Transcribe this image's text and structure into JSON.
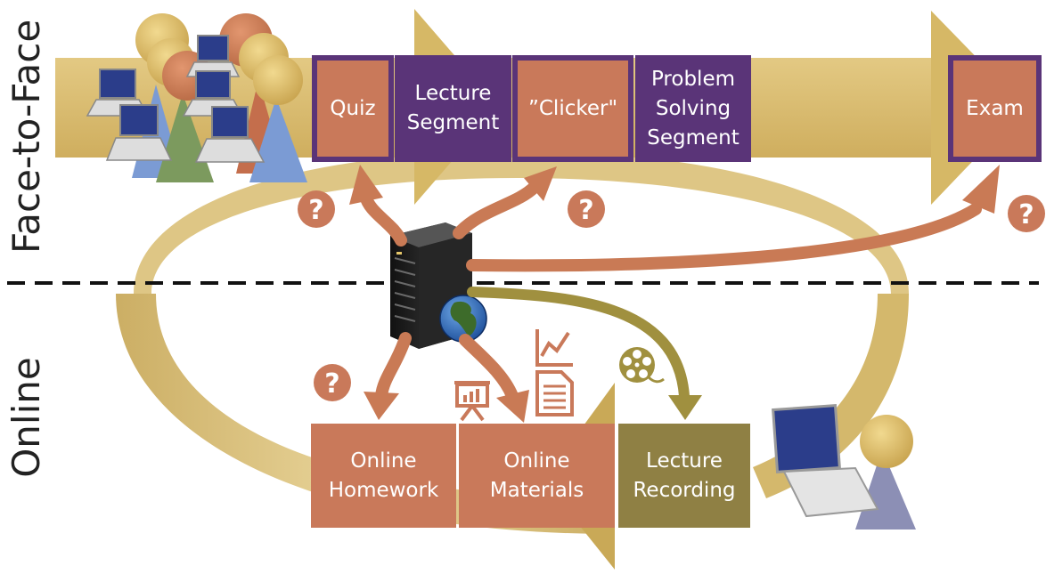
{
  "sections": {
    "face_to_face": "Face-to-Face",
    "online": "Online"
  },
  "face_to_face_activities": {
    "quiz": "Quiz",
    "lecture_segment": "Lecture\nSegment",
    "clicker": "”Clicker\"",
    "problem_solving_segment": "Problem\nSolving\nSegment",
    "exam": "Exam"
  },
  "online_activities": {
    "online_homework": "Online\nHomework",
    "online_materials": "Online\nMaterials",
    "lecture_recording": "Lecture\nRecording"
  },
  "question_marks": [
    "?",
    "?",
    "?",
    "?"
  ],
  "colors": {
    "track_gold": "#d8b96a",
    "box_orange": "#c9795a",
    "box_purple": "#5a3478",
    "box_olive": "#8f8044",
    "arrow_orange": "#c97a55",
    "arrow_olive": "#a0903f",
    "server_black": "#222222",
    "divider": "#111111"
  },
  "icons": [
    "server-icon",
    "globe-icon",
    "student-group-icon",
    "laptop-icon",
    "student-icon",
    "presentation-icon",
    "line-chart-icon",
    "document-icon",
    "film-reel-icon",
    "question-icon"
  ]
}
